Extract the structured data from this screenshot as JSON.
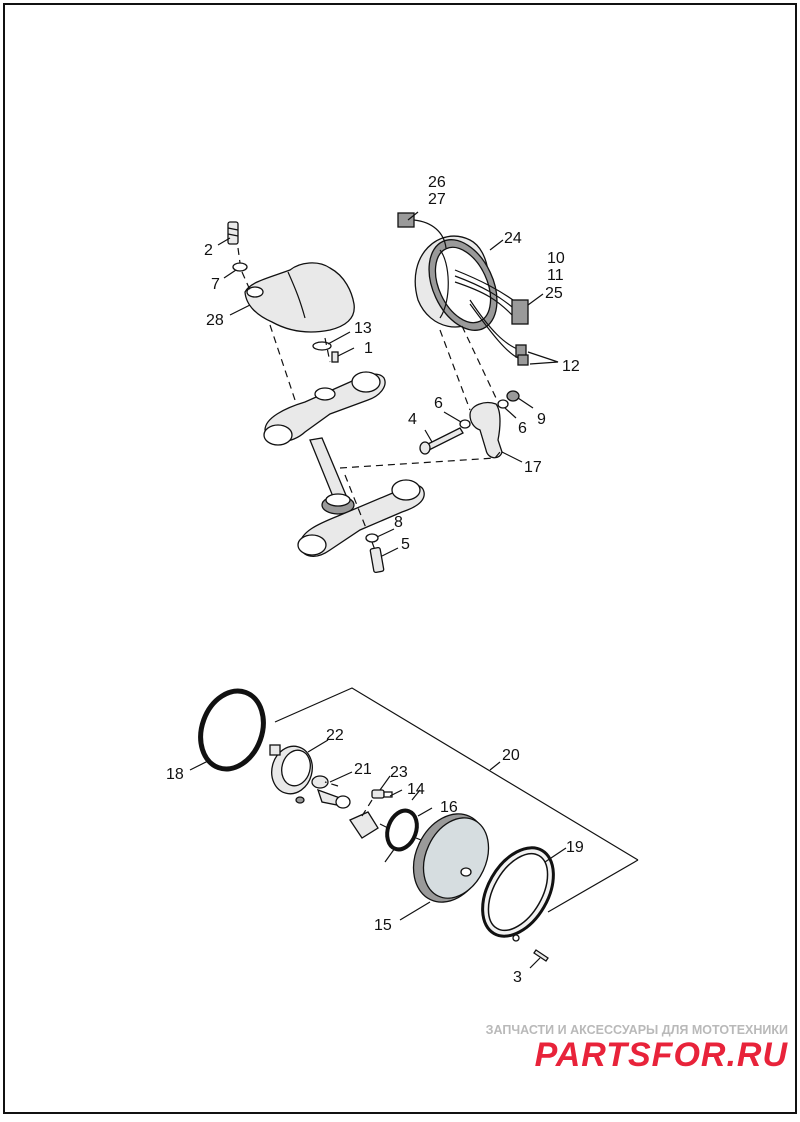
{
  "callouts": {
    "c1": "1",
    "c2": "2",
    "c3": "3",
    "c4": "4",
    "c5": "5",
    "c6a": "6",
    "c6b": "6",
    "c7": "7",
    "c8": "8",
    "c9": "9",
    "c10": "10",
    "c11": "11",
    "c12": "12",
    "c13": "13",
    "c14": "14",
    "c15": "15",
    "c16": "16",
    "c17": "17",
    "c18": "18",
    "c19": "19",
    "c20": "20",
    "c21": "21",
    "c22": "22",
    "c23": "23",
    "c24": "24",
    "c25": "25",
    "c26": "26",
    "c27": "27",
    "c28": "28"
  },
  "watermark": {
    "tagline": "ЗАПЧАСТИ И АКСЕССУАРЫ ДЛЯ МОТОТЕХНИКИ",
    "brand": "PARTSFOR.RU"
  },
  "colors": {
    "brand": "#e8233a",
    "tagline": "#b9b9b9",
    "ink": "#111111"
  }
}
